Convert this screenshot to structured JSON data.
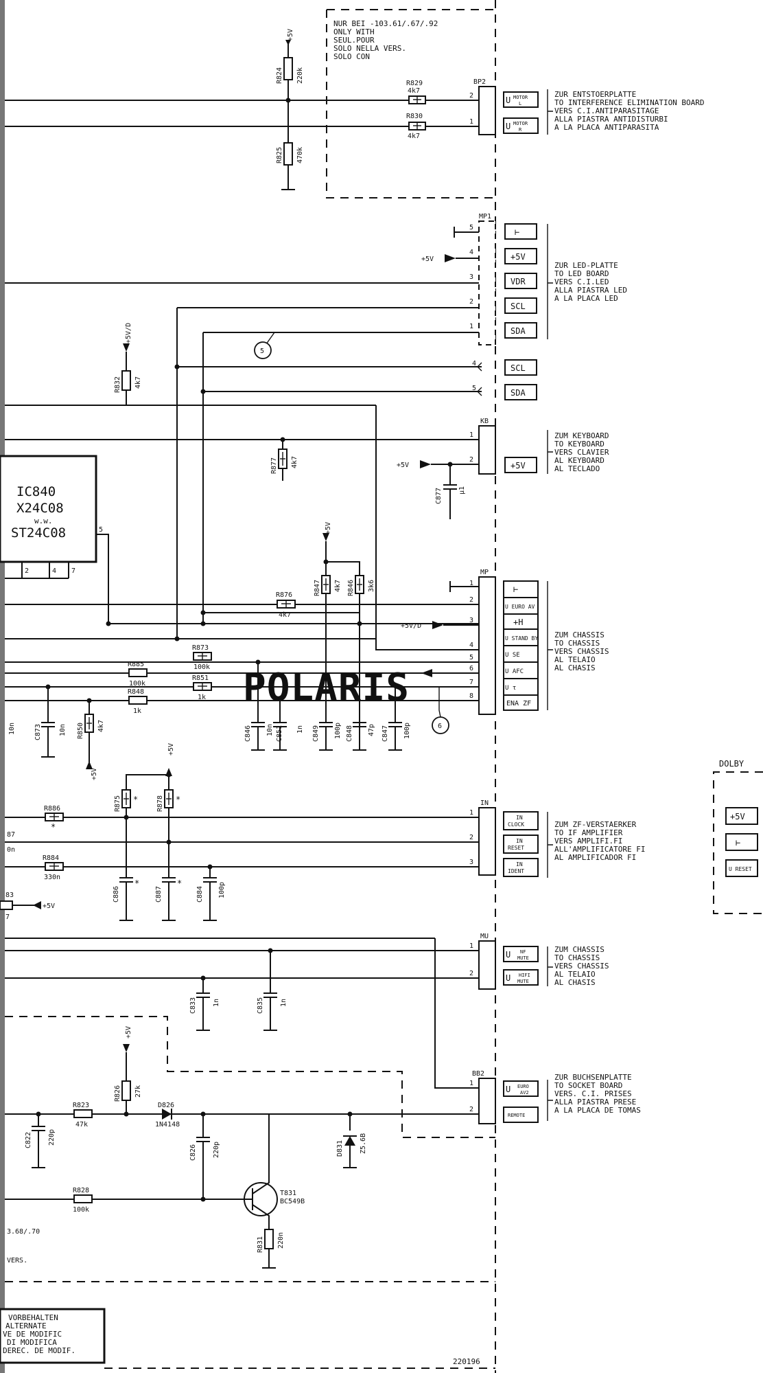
{
  "top_note": {
    "lines": [
      "NUR BEI -103.61/.67/.92",
      "ONLY WITH",
      "SEUL.POUR",
      "SOLO NELLA VERS.",
      "SOLO CON"
    ]
  },
  "components": {
    "r824": {
      "ref": "R824",
      "val": "220k"
    },
    "r825": {
      "ref": "R825",
      "val": "470k"
    },
    "r829": {
      "ref": "R829",
      "val": "4k7"
    },
    "r830": {
      "ref": "R830",
      "val": "4k7"
    },
    "r832": {
      "ref": "R832",
      "val": "4k7"
    },
    "r877": {
      "ref": "R877",
      "val": "4k7"
    },
    "c877": {
      "ref": "C877",
      "val": "µ1"
    },
    "r847": {
      "ref": "R847",
      "val": "4k7"
    },
    "r846": {
      "ref": "R846",
      "val": "3k6"
    },
    "r876": {
      "ref": "R876",
      "val": "4k7"
    },
    "r873": {
      "ref": "R873",
      "val": "100k"
    },
    "r885": {
      "ref": "R885",
      "val": "100k"
    },
    "r851": {
      "ref": "R851",
      "val": "1k"
    },
    "r848": {
      "ref": "R848",
      "val": "1k"
    },
    "r850": {
      "ref": "R850",
      "val": "4k7"
    },
    "c873": {
      "ref": "C873",
      "val": "10n"
    },
    "c846": {
      "ref": "C846",
      "val": "10n"
    },
    "c851": {
      "ref": "C851",
      "val": "1n"
    },
    "c849": {
      "ref": "C849",
      "val": "100p"
    },
    "c848": {
      "ref": "C848",
      "val": "47p"
    },
    "c847": {
      "ref": "C847",
      "val": "100p"
    },
    "r875": {
      "ref": "R875",
      "val": "*"
    },
    "r878": {
      "ref": "R878",
      "val": "*"
    },
    "r886": {
      "ref": "R886",
      "val": "*"
    },
    "r884": {
      "ref": "R884",
      "val": "330n"
    },
    "c886": {
      "ref": "C886",
      "val": "*"
    },
    "c887": {
      "ref": "C887",
      "val": "*"
    },
    "c884": {
      "ref": "C884",
      "val": "100p"
    },
    "c833": {
      "ref": "C833",
      "val": "1n"
    },
    "c835": {
      "ref": "C835",
      "val": "1n"
    },
    "r826": {
      "ref": "R826",
      "val": "27k"
    },
    "r823": {
      "ref": "R823",
      "val": "47k"
    },
    "d826": {
      "ref": "D826",
      "val": "1N4148"
    },
    "c822": {
      "ref": "C822",
      "val": "220p"
    },
    "c826": {
      "ref": "C826",
      "val": "220p"
    },
    "d831": {
      "ref": "D831",
      "val": "Z5.6B"
    },
    "r828": {
      "ref": "R828",
      "val": "100k"
    },
    "t831": {
      "ref": "T831",
      "val": "BC549B"
    },
    "r831": {
      "ref": "R831",
      "val": "220n"
    }
  },
  "ic840": {
    "l1": "IC840",
    "l2": "X24C08",
    "l3": "w.w.",
    "l4": "ST24C08",
    "pin5": "5",
    "pins": [
      "2",
      "4",
      "7"
    ]
  },
  "supplies": {
    "p5v": "+5V",
    "p5vd": "+5V/D"
  },
  "left_cut": {
    "c10n": "10n",
    "r87": "87",
    "on": "0n",
    "r83": "83",
    "s7": "7",
    "vers68": "3.68/.70",
    "vers": "VERS."
  },
  "connectors": {
    "bp2": {
      "name": "BP2",
      "pins": [
        "2",
        "1"
      ],
      "sig": [
        {
          "a": "U",
          "b": "MOTOR",
          "c": "L"
        },
        {
          "a": "U",
          "b": "MOTOR",
          "c": "R"
        }
      ],
      "desc": [
        "ZUR  ENTSTOERPLATTE",
        "TO INTERFERENCE ELIMINATION BOARD",
        "VERS C.I.ANTIPARASITAGE",
        "ALLA PIASTRA ANTIDISTURBI",
        "A LA PLACA ANTIPARASITA"
      ]
    },
    "mp1": {
      "name": "MP1",
      "pins": [
        "5",
        "4",
        "3",
        "2",
        "1"
      ],
      "sig": [
        "⊢",
        "+5V",
        "VDR",
        "SCL",
        "SDA"
      ],
      "desc": [
        "ZUR LED-PLATTE",
        "TO LED BOARD",
        "VERS C.I.LED",
        "ALLA PIASTRA LED",
        "A LA PLACA LED"
      ]
    },
    "extra": {
      "pins": [
        "4",
        "5"
      ],
      "sig": [
        "SCL",
        "SDA"
      ]
    },
    "kb": {
      "name": "KB",
      "pins": [
        "1",
        "2"
      ],
      "sig": "+5V",
      "desc": [
        "ZUM KEYBOARD",
        "TO KEYBOARD",
        "VERS CLAVIER",
        "AL KEYBOARD",
        "AL TECLADO"
      ]
    },
    "mp": {
      "name": "MP",
      "pins": [
        "1",
        "2",
        "3",
        "4",
        "5",
        "6",
        "7",
        "8"
      ],
      "sig": [
        "⊢",
        "U EURO AV",
        "+H",
        "U STAND BY",
        "U SE",
        "U AFC",
        "U τ",
        "ENA ZF"
      ],
      "desc": [
        "ZUM CHASSIS",
        "TO CHASSIS",
        "VERS CHASSIS",
        "AL TELAIO",
        "AL CHASIS"
      ]
    },
    "in": {
      "name": "IN",
      "pins": [
        "1",
        "2",
        "3"
      ],
      "sig": [
        {
          "a": "IN",
          "b": "CLOCK"
        },
        {
          "a": "IN",
          "b": "RESET"
        },
        {
          "a": "IN",
          "b": "IDENT"
        }
      ],
      "desc": [
        "ZUM ZF-VERSTAERKER",
        "TO IF AMPLIFIER",
        "VERS AMPLIFI.FI",
        "ALL'AMPLIFICATORE FI",
        "AL AMPLIFICADOR FI"
      ]
    },
    "mu": {
      "name": "MU",
      "pins": [
        "1",
        "2"
      ],
      "sig": [
        {
          "a": "U",
          "b": "NF",
          "c": "MUTE"
        },
        {
          "a": "U",
          "b": "HIFI",
          "c": "MUTE"
        }
      ],
      "desc": [
        "ZUM CHASSIS",
        "TO CHASSIS",
        "VERS CHASSIS",
        "AL TELAIO",
        "AL CHASIS"
      ]
    },
    "bb2": {
      "name": "BB2",
      "pins": [
        "1",
        "2"
      ],
      "sig": [
        {
          "a": "U",
          "b": "EURO",
          "c": "AV2"
        },
        {
          "a": "REMOTE"
        }
      ],
      "desc": [
        "ZUR BUCHSENPLATTE",
        "TO SOCKET BOARD",
        "VERS. C.I. PRISES",
        "ALLA PIASTRA PRESE",
        "A LA PLACA DE TOMAS"
      ]
    }
  },
  "dolby": {
    "title": "DOLBY",
    "sig": [
      "+5V",
      "⊢",
      "U RESET"
    ]
  },
  "markers": {
    "m5": "5",
    "m6": "6"
  },
  "watermark": "POLARIS",
  "bottom_note": {
    "lines": [
      "VORBEHALTEN",
      "ALTERNATE",
      "VE DE MODIFIC",
      "DI MODIFICA",
      "DEREC. DE MODIF."
    ]
  },
  "doc_code": "220196"
}
